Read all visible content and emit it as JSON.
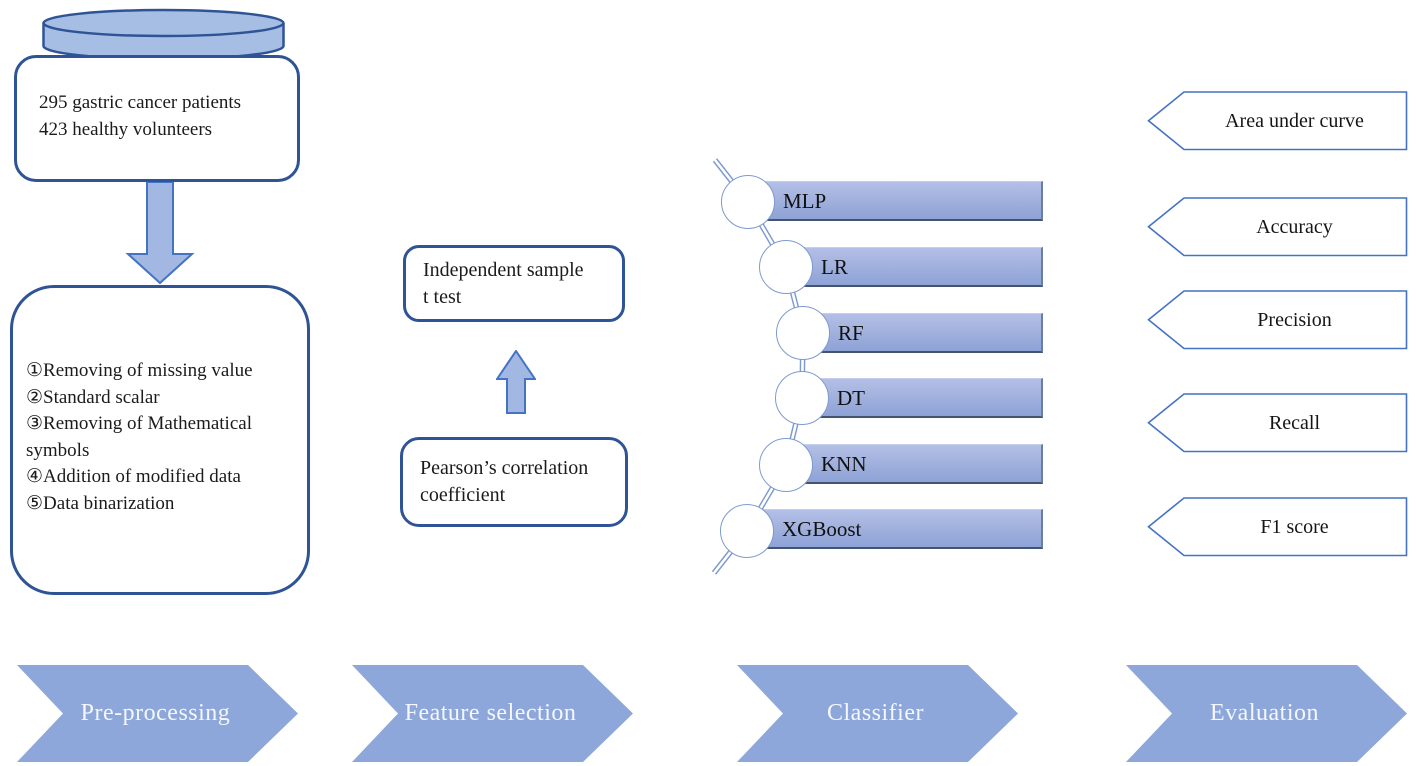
{
  "colors": {
    "box_border": "#2f5496",
    "shape_fill": "#a6bde4",
    "shape_border": "#4472c4",
    "bar_fill_top": "#b3bfe6",
    "bar_fill_bottom": "#8da2d6",
    "chain_stroke": "#7d9ad0",
    "chevron_fill": "#8ea7db",
    "pentagon_border": "#4472c4",
    "text": "#1b1b1b",
    "chevron_text": "#f4f7fb"
  },
  "preprocessing": {
    "cohort_box": {
      "lines": [
        "295 gastric cancer patients",
        "423 healthy volunteers"
      ]
    },
    "steps_box": {
      "items": [
        "①Removing of missing value",
        "②Standard scalar",
        "③Removing of Mathematical symbols",
        "④Addition of modified data",
        "⑤Data binarization"
      ]
    }
  },
  "feature_selection": {
    "t_test_box": {
      "lines": [
        "Independent sample",
        "t test"
      ]
    },
    "pearson_box": {
      "lines": [
        "Pearson’s correlation",
        "coefficient"
      ]
    }
  },
  "classifier": {
    "models": [
      "MLP",
      "LR",
      "RF",
      "DT",
      "KNN",
      "XGBoost"
    ]
  },
  "evaluation": {
    "metrics": [
      "Area under curve",
      "Accuracy",
      "Precision",
      "Recall",
      "F1 score"
    ]
  },
  "stages": {
    "labels": [
      "Pre-processing",
      "Feature selection",
      "Classifier",
      "Evaluation"
    ]
  }
}
